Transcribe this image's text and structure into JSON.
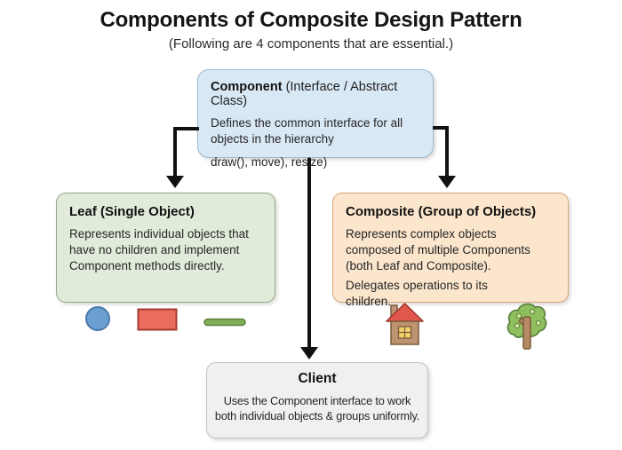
{
  "title": "Components of Composite Design Pattern",
  "subtitle": "(Following are 4 components that are essential.)",
  "colors": {
    "arrow": "#111111",
    "background": "#ffffff"
  },
  "boxes": {
    "component": {
      "name_bold": "Component",
      "name_suffix": " (Interface / Abstract Class)",
      "description": "Defines the common interface for all objects in the hierarchy",
      "methods": "draw(), move), resize)",
      "fill": "#d9e8f5",
      "border": "#9db9ce"
    },
    "leaf": {
      "heading": "Leaf (Single Object)",
      "description": "Represents individual objects that have no children and implement Component methods directly.",
      "fill": "#e0ebda",
      "border": "#93aa89"
    },
    "composite": {
      "heading": "Composite (Group of Objects)",
      "description": "Represents complex objects composed of multiple Components (both Leaf and Composite).",
      "description2": "Delegates operations to its children.",
      "fill": "#fbe5cc",
      "border": "#d9a572"
    },
    "client": {
      "heading": "Client",
      "description": "Uses the Component interface to work both individual objects & groups uniformly.",
      "fill": "#f0f0f0",
      "border": "#c3c3c3"
    }
  },
  "leaf_examples": {
    "circle": {
      "fill": "#6ca0d2",
      "outline": "#4978aa"
    },
    "rectangle": {
      "fill": "#e96c5c",
      "outline": "#a63b30"
    },
    "line": {
      "fill": "#82ad57",
      "outline": "#5d8440"
    }
  },
  "composite_examples": {
    "house": {
      "wall": "#bd9372",
      "roof": "#e2574c",
      "roof_outline": "#a63b30",
      "window": "#f2d16b",
      "outline": "#7a5b3a"
    },
    "tree": {
      "foliage": "#8fbf5f",
      "foliage_outline": "#5d8440",
      "dot": "#cfe39a",
      "trunk": "#b68b63",
      "trunk_outline": "#7a5b3a"
    }
  }
}
